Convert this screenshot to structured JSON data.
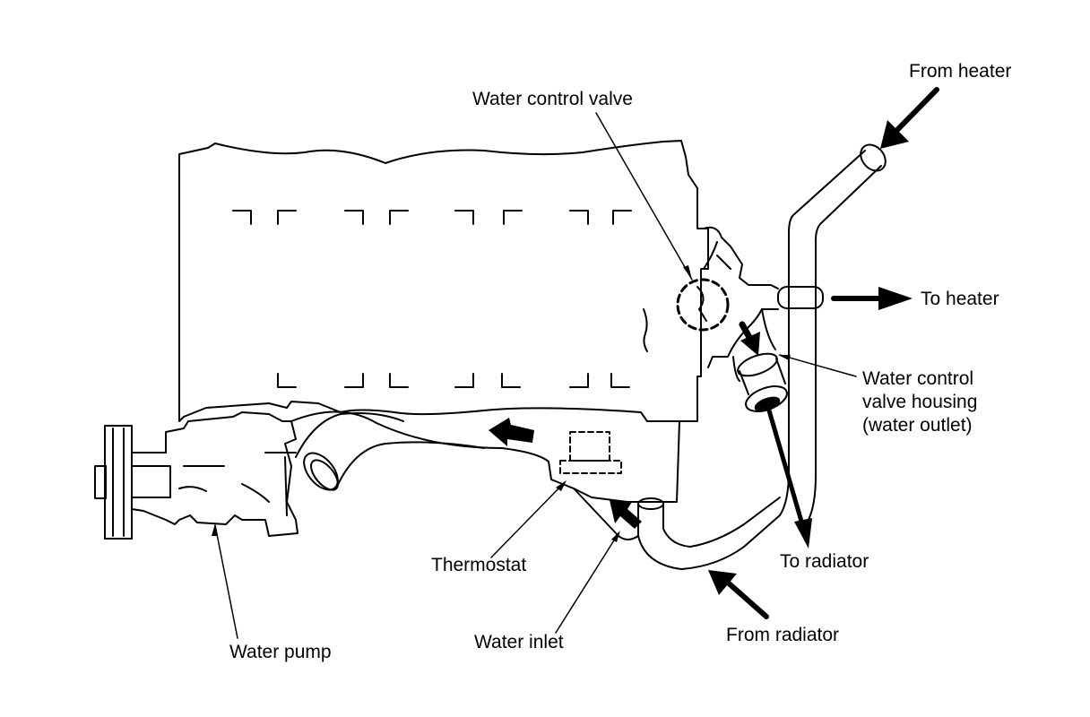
{
  "labels": {
    "from_heater": "From heater",
    "water_control_valve": "Water control valve",
    "to_heater": "To heater",
    "housing_line1": "Water control",
    "housing_line2": "valve housing",
    "housing_line3": "(water outlet)",
    "to_radiator": "To radiator",
    "thermostat": "Thermostat",
    "from_radiator": "From radiator",
    "water_inlet": "Water inlet",
    "water_pump": "Water pump"
  },
  "colors": {
    "ink": "#000000",
    "paper": "#ffffff"
  }
}
